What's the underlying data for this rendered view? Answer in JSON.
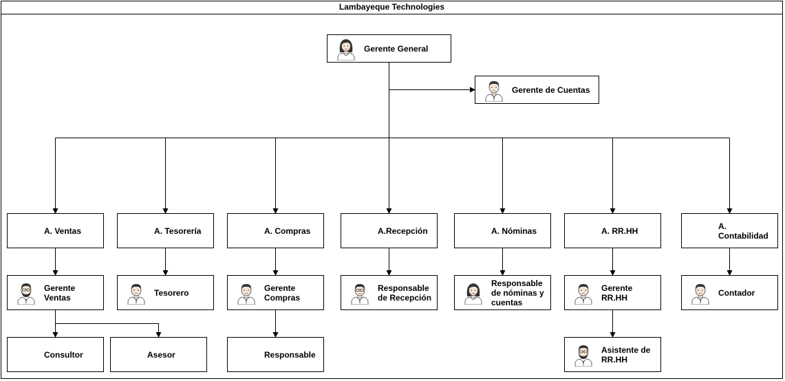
{
  "title": "Lambayeque Technologies",
  "nodes": {
    "gerente_general": "Gerente General",
    "gerente_cuentas": "Gerente de Cuentas",
    "a_ventas": "A. Ventas",
    "a_tesoreria": "A. Tesorería",
    "a_compras": "A. Compras",
    "a_recepcion": "A.Recepción",
    "a_nominas": "A. Nóminas",
    "a_rrhh": "A. RR.HH",
    "a_contabilidad": "A. Contabilidad",
    "gerente_ventas": "Gerente Ventas",
    "tesorero": "Tesorero",
    "gerente_compras": "Gerente Compras",
    "responsable_recepcion": "Responsable de Recepción",
    "responsable_nominas": "Responsable de nóminas y cuentas",
    "gerente_rrhh": "Gerente RR.HH",
    "contador": "Contador",
    "consultor": "Consultor",
    "asesor": "Asesor",
    "responsable": "Responsable",
    "asistente_rrhh": "Asistente de RR.HH"
  },
  "icons": {
    "woman": "woman-avatar-icon",
    "man": "man-avatar-icon",
    "bearded": "bearded-man-avatar-icon"
  }
}
